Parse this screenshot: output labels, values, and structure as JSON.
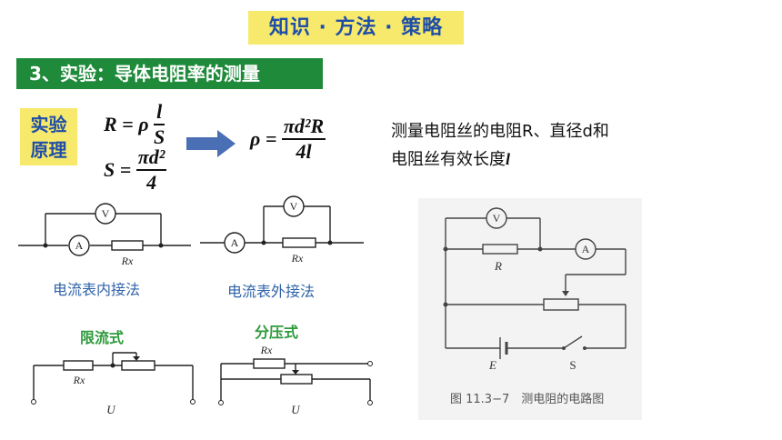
{
  "header": {
    "banner": "知识 · 方法 · 策略"
  },
  "section": {
    "title": "3、实验：导体电阻率的测量"
  },
  "principle": {
    "line1": "实验",
    "line2": "原理"
  },
  "formulas": {
    "r_lhs": "R = ρ",
    "r_num": "l",
    "r_den": "S",
    "s_lhs": "S =",
    "s_num": "πd²",
    "s_den": "4",
    "rho_lhs": "ρ =",
    "rho_num": "πd²R",
    "rho_den": "4l"
  },
  "description": {
    "line1": "测量电阻丝的电阻R、直径d和",
    "line2_prefix": "电阻丝有效长度",
    "line2_var": "l"
  },
  "circuits": {
    "inner_caption": "电流表内接法",
    "outer_caption": "电流表外接法",
    "limit_caption": "限流式",
    "divider_caption": "分压式",
    "voltmeter_symbol": "V",
    "ammeter_symbol": "A",
    "rx_label": "Rx",
    "u_label": "U"
  },
  "figure": {
    "caption": "图 11.3−7　测电阻的电路图",
    "r_label": "R",
    "e_label": "E",
    "s_label": "S",
    "voltmeter_symbol": "V",
    "ammeter_symbol": "A"
  },
  "colors": {
    "banner_bg": "#f6e96b",
    "banner_text": "#1f4ea8",
    "section_bg": "#1e8a3a",
    "arrow": "#4a6fb5"
  }
}
